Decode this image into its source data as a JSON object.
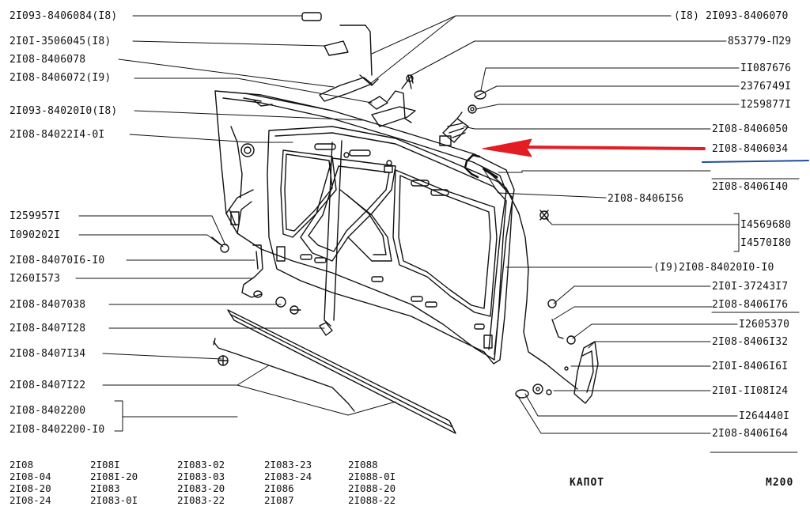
{
  "diagram": {
    "title": "КАПОТ",
    "page_code": "М200",
    "highlight_color": "#e41c23",
    "underline_color": "#1f4e9c"
  },
  "left_labels": [
    "2I093-8406084(I8)",
    "2I0I-3506045(I8)",
    "2I08-8406078",
    "2I08-8406072(I9)",
    "2I093-84020I0(I8)",
    "2I08-84022I4-0I",
    "I259957I",
    "I090202I",
    "2I08-84070I6-I0",
    "I260I573",
    "2I08-8407038",
    "2I08-8407I28",
    "2I08-8407I34",
    "2I08-8407I22",
    "2I08-8402200",
    "2I08-8402200-I0"
  ],
  "right_labels": [
    "(I8) 2I093-8406070",
    "853779-П29",
    "II087676",
    "2376749I",
    "I259877I",
    "2I08-8406050",
    "2I08-8406034",
    "2I08-8406I40",
    "2I08-8406I56",
    "I4569680",
    "I4570I80",
    "(I9)2I08-84020I0-I0",
    "2I0I-37243I7",
    "2I08-8406I76",
    "I2605370",
    "2I08-8406I32",
    "2I0I-8406I6I",
    "2I0I-II08I24",
    "I264440I",
    "2I08-8406I64"
  ],
  "models": [
    [
      "2I08",
      "2I08-04",
      "2I08-20",
      "2I08-24"
    ],
    [
      "2I08I",
      "2I08I-20",
      "2I083",
      "2I083-0I"
    ],
    [
      "2I083-02",
      "2I083-03",
      "2I083-20",
      "2I083-22"
    ],
    [
      "2I083-23",
      "2I083-24",
      "2I086",
      "2I087"
    ],
    [
      "2I088",
      "2I088-0I",
      "2I088-20",
      "2I088-22"
    ]
  ]
}
